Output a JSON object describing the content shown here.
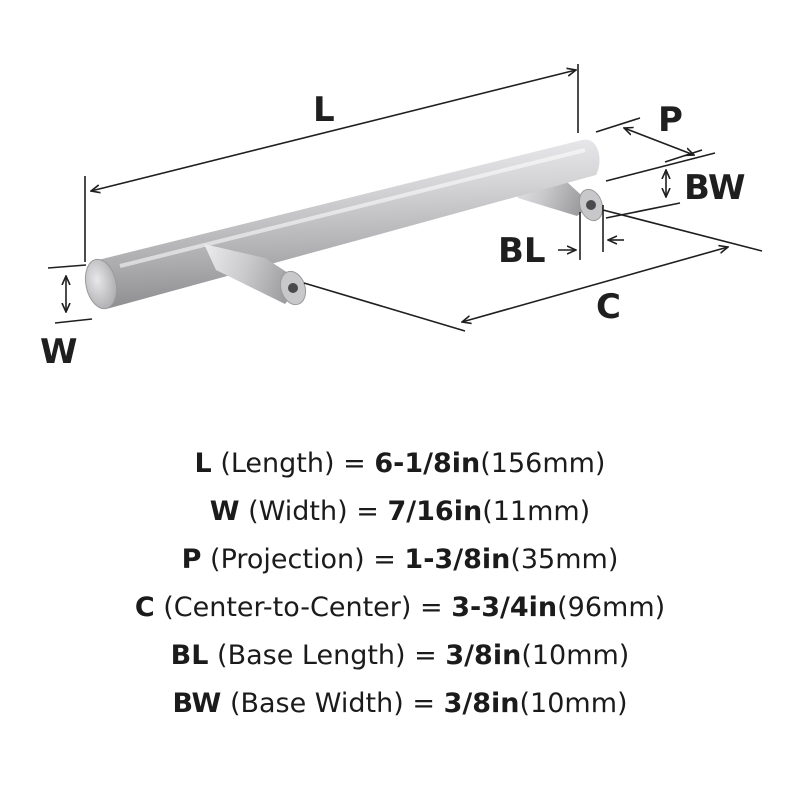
{
  "diagram": {
    "labels": {
      "L": "L",
      "P": "P",
      "BW": "BW",
      "BL": "BL",
      "C": "C",
      "W": "W"
    },
    "colors": {
      "metal_light": "#e6e6e8",
      "metal_mid": "#b9b9bb",
      "metal_dark": "#8b8b8d",
      "line": "#1f1f1f"
    }
  },
  "specs": [
    {
      "code": "L",
      "name": "(Length)",
      "eq": "=",
      "imperial": "6-1/8in",
      "metric": "(156mm)"
    },
    {
      "code": "W",
      "name": "(Width)",
      "eq": "=",
      "imperial": "7/16in",
      "metric": "(11mm)"
    },
    {
      "code": "P",
      "name": "(Projection)",
      "eq": "=",
      "imperial": "1-3/8in",
      "metric": "(35mm)"
    },
    {
      "code": "C",
      "name": "(Center-to-Center)",
      "eq": "=",
      "imperial": "3-3/4in",
      "metric": "(96mm)"
    },
    {
      "code": "BL",
      "name": "(Base Length)",
      "eq": "=",
      "imperial": "3/8in",
      "metric": "(10mm)"
    },
    {
      "code": "BW",
      "name": "(Base Width)",
      "eq": "=",
      "imperial": "3/8in",
      "metric": "(10mm)"
    }
  ]
}
